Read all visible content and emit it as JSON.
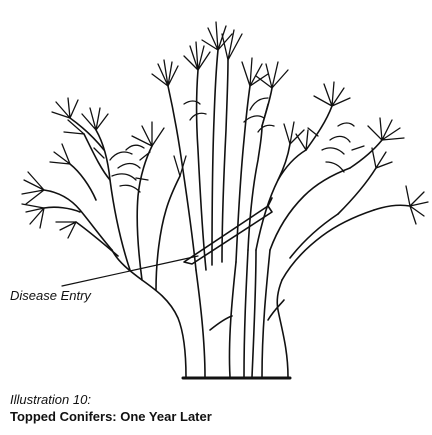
{
  "figure": {
    "annotation": "Disease Entry",
    "caption_number": "Illustration 10:",
    "caption_title": "Topped Conifers: One Year Later"
  },
  "colors": {
    "ink": "#111111",
    "background": "#ffffff"
  },
  "icons": [
    "topped-conifer-illustration"
  ]
}
